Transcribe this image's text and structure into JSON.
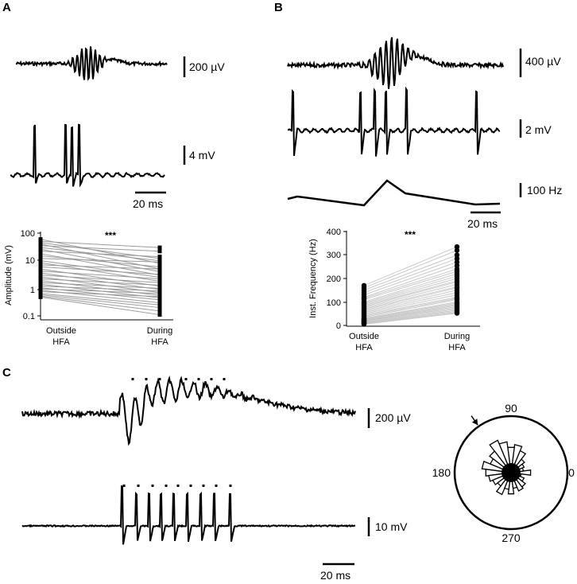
{
  "panels": {
    "a": {
      "label": "A",
      "scalebars": {
        "lfp": "200 µV",
        "vm": "4 mV",
        "time": "20 ms"
      }
    },
    "b": {
      "label": "B",
      "scalebars": {
        "lfp": "400 µV",
        "vm": "2 mV",
        "freq": "100 Hz",
        "time": "20 ms"
      }
    },
    "c": {
      "label": "C",
      "scalebars": {
        "lfp": "200 µV",
        "vm": "10 mV",
        "time": "20 ms"
      },
      "polar_labels": {
        "top": "90",
        "left": "180",
        "right": "0",
        "bottom": "270"
      }
    }
  },
  "chart_data": [
    {
      "type": "scatter",
      "panel": "A",
      "ylabel": "Amplitude (mV)",
      "yscale": "log",
      "ylim": [
        0.1,
        100
      ],
      "yticks": [
        "0.1",
        "1",
        "10",
        "100"
      ],
      "categories": [
        [
          "Outside",
          "HFA"
        ],
        [
          "During",
          "HFA"
        ]
      ],
      "significance": "***",
      "pairs": [
        [
          60,
          8
        ],
        [
          50,
          30
        ],
        [
          45,
          12
        ],
        [
          40,
          5
        ],
        [
          35,
          22
        ],
        [
          30,
          10
        ],
        [
          26,
          4
        ],
        [
          22,
          14
        ],
        [
          18,
          3
        ],
        [
          15,
          6
        ],
        [
          12,
          9
        ],
        [
          10,
          2.5
        ],
        [
          8.5,
          1.8
        ],
        [
          7,
          5
        ],
        [
          6,
          3.2
        ],
        [
          5,
          1.2
        ],
        [
          4.2,
          2.2
        ],
        [
          3.6,
          0.9
        ],
        [
          3,
          1.6
        ],
        [
          2.6,
          0.7
        ],
        [
          2.2,
          1.3
        ],
        [
          1.9,
          0.55
        ],
        [
          1.6,
          1.0
        ],
        [
          1.4,
          0.45
        ],
        [
          1.2,
          0.8
        ],
        [
          1.05,
          0.38
        ],
        [
          0.95,
          0.65
        ],
        [
          0.85,
          0.3
        ],
        [
          0.75,
          0.5
        ],
        [
          0.65,
          0.25
        ],
        [
          0.58,
          0.2
        ],
        [
          0.52,
          0.15
        ],
        [
          0.48,
          0.11
        ]
      ]
    },
    {
      "type": "scatter",
      "panel": "B",
      "ylabel": "Inst. Frequency (Hz)",
      "ylim": [
        0,
        400
      ],
      "yticks": [
        "0",
        "100",
        "200",
        "300",
        "400"
      ],
      "categories": [
        [
          "Outside",
          "HFA"
        ],
        [
          "During",
          "HFA"
        ]
      ],
      "significance": "***",
      "pairs": [
        [
          170,
          335
        ],
        [
          160,
          320
        ],
        [
          150,
          300
        ],
        [
          140,
          285
        ],
        [
          130,
          270
        ],
        [
          120,
          255
        ],
        [
          115,
          240
        ],
        [
          110,
          230
        ],
        [
          100,
          220
        ],
        [
          95,
          210
        ],
        [
          90,
          200
        ],
        [
          85,
          190
        ],
        [
          80,
          185
        ],
        [
          75,
          175
        ],
        [
          70,
          165
        ],
        [
          65,
          160
        ],
        [
          60,
          150
        ],
        [
          55,
          140
        ],
        [
          50,
          130
        ],
        [
          45,
          120
        ],
        [
          40,
          115
        ],
        [
          35,
          110
        ],
        [
          30,
          100
        ],
        [
          28,
          95
        ],
        [
          25,
          90
        ],
        [
          22,
          85
        ],
        [
          20,
          80
        ],
        [
          18,
          75
        ],
        [
          15,
          70
        ],
        [
          12,
          65
        ],
        [
          10,
          60
        ],
        [
          8,
          55
        ],
        [
          5,
          52
        ]
      ]
    },
    {
      "type": "polar-histogram",
      "panel": "C",
      "angle_unit": "degrees",
      "bin_width": 15,
      "bins": [
        {
          "angle": 0,
          "count": 0.35
        },
        {
          "angle": 15,
          "count": 0.22
        },
        {
          "angle": 30,
          "count": 0.25
        },
        {
          "angle": 45,
          "count": 0.3
        },
        {
          "angle": 60,
          "count": 0.42
        },
        {
          "angle": 75,
          "count": 0.5
        },
        {
          "angle": 90,
          "count": 0.45
        },
        {
          "angle": 105,
          "count": 0.55
        },
        {
          "angle": 120,
          "count": 0.62
        },
        {
          "angle": 135,
          "count": 0.48
        },
        {
          "angle": 150,
          "count": 0.4
        },
        {
          "angle": 165,
          "count": 0.52
        },
        {
          "angle": 180,
          "count": 0.45
        },
        {
          "angle": 195,
          "count": 0.4
        },
        {
          "angle": 210,
          "count": 0.35
        },
        {
          "angle": 225,
          "count": 0.3
        },
        {
          "angle": 240,
          "count": 0.42
        },
        {
          "angle": 255,
          "count": 0.3
        },
        {
          "angle": 270,
          "count": 0.38
        },
        {
          "angle": 285,
          "count": 0.28
        },
        {
          "angle": 300,
          "count": 0.35
        },
        {
          "angle": 315,
          "count": 0.32
        },
        {
          "angle": 330,
          "count": 0.25
        },
        {
          "angle": 345,
          "count": 0.18
        }
      ],
      "mean_angle": 125
    }
  ]
}
